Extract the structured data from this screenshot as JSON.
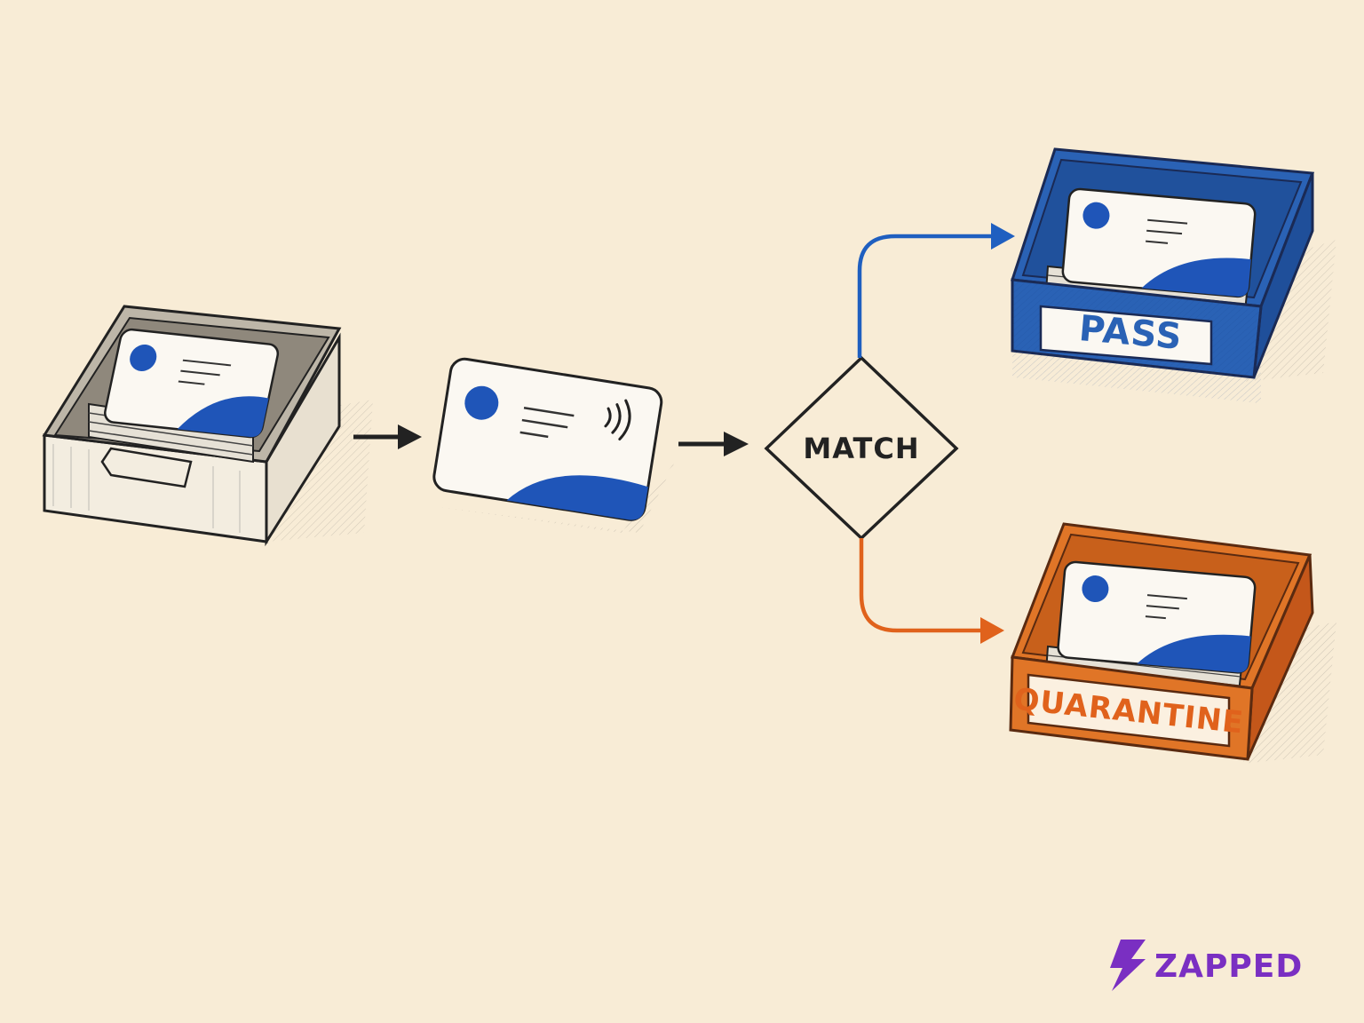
{
  "diagram": {
    "decision": {
      "label": "MATCH"
    },
    "outputs": {
      "pass": {
        "label": "PASS",
        "color": "#2a62b5"
      },
      "quarantine": {
        "label": "QUARANTINE",
        "color": "#e07527"
      }
    },
    "accent_blue": "#1f55b8",
    "ink": "#222222",
    "background": "#f8ecd6"
  },
  "brand": {
    "name": "ZAPPED",
    "color": "#7a2fc2",
    "icon": "lightning-bolt-icon"
  }
}
